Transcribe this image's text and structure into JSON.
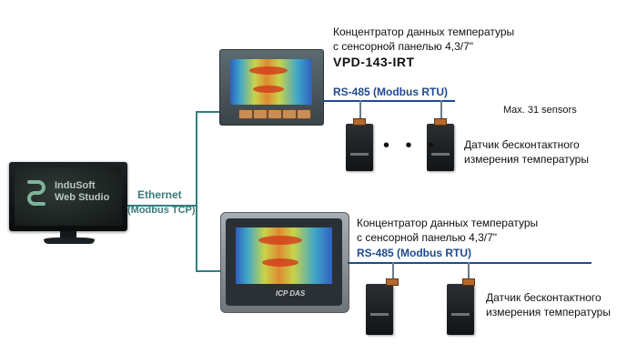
{
  "workstation": {
    "logo_line1": "InduSoft",
    "logo_line2": "Web Studio"
  },
  "ethernet": {
    "label": "Ethernet",
    "protocol": "(Modbus TCP)"
  },
  "panel_top": {
    "caption_line1": "Концентратор данных температуры",
    "caption_line2": "с сенсорной панелью 4,3/7\"",
    "model": "VPD-143-IRT",
    "bus_label": "RS-485 (Modbus RTU)",
    "max_sensors": "Max. 31 sensors",
    "ellipsis": "• • •",
    "sensor_caption_line1": "Датчик бесконтактного",
    "sensor_caption_line2": "измерения температуры"
  },
  "panel_bottom": {
    "caption_line1": "Концентратор данных температуры",
    "caption_line2": "с сенсорной панелью 4,3/7\"",
    "bus_label": "RS-485 (Modbus RTU)",
    "brand": "ICP DAS",
    "sensor_caption_line1": "Датчик бесконтактного",
    "sensor_caption_line2": "измерения температуры"
  },
  "colors": {
    "ethernet_line": "#2f7f80",
    "rs485_bus": "#1e4a8f"
  }
}
